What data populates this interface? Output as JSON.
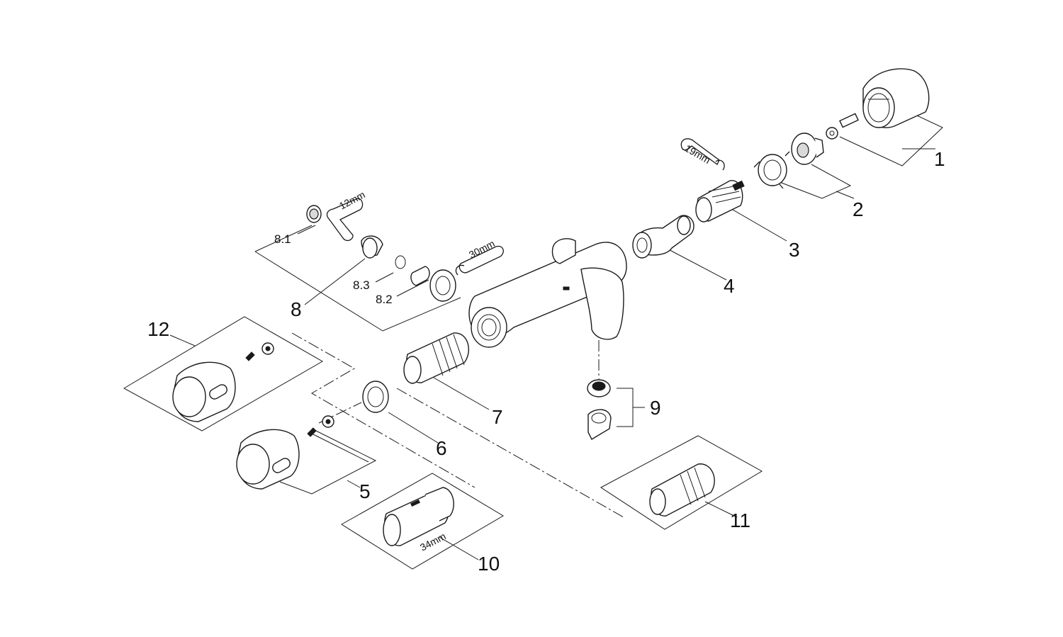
{
  "callouts": {
    "p1": "1",
    "p2": "2",
    "p3": "3",
    "p4": "4",
    "p5": "5",
    "p6": "6",
    "p7": "7",
    "p8": "8",
    "p9": "9",
    "p10": "10",
    "p11": "11",
    "p12": "12",
    "p81": "8.1",
    "p82": "8.2",
    "p83": "8.3"
  },
  "tools": {
    "wrench_19": "19mm",
    "hex_key_12": "12mm",
    "wrench_30": "30mm",
    "wrench_34": "34mm"
  }
}
